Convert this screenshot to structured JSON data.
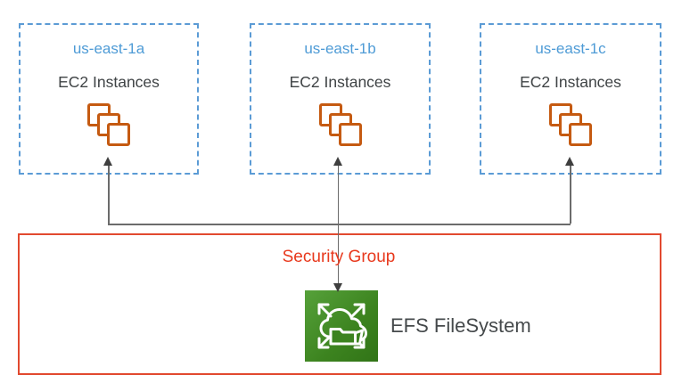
{
  "zones": [
    {
      "name": "us-east-1a",
      "resource": "EC2 Instances"
    },
    {
      "name": "us-east-1b",
      "resource": "EC2 Instances"
    },
    {
      "name": "us-east-1c",
      "resource": "EC2 Instances"
    }
  ],
  "security_group": {
    "label": "Security Group"
  },
  "efs": {
    "label": "EFS FileSystem"
  },
  "colors": {
    "az_border": "#5B9BD5",
    "az_name_text": "#4E9BD6",
    "dark_text": "#3F4345",
    "ec2_icon_orange": "#C55A11",
    "connector_gray": "#6B6B6B",
    "arrowhead_gray": "#3F3F3F",
    "security_group_red": "#E2492F",
    "security_label_red": "#E8391D",
    "efs_green_light": "#56A13A",
    "efs_green_dark": "#317417"
  }
}
